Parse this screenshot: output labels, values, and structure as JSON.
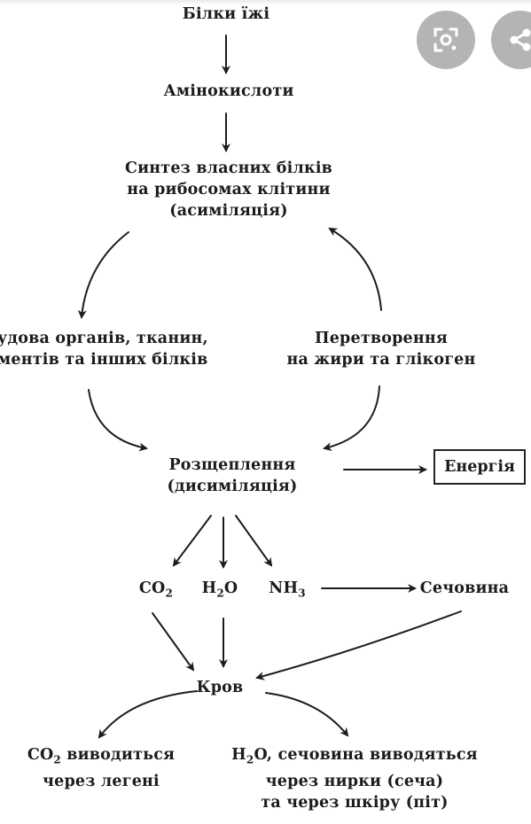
{
  "nodes": {
    "food_proteins": "Білки їжі",
    "amino_acids": "Амінокислоти",
    "synthesis": [
      "Синтез власних білків",
      "на рибосомах клітини",
      "(асиміляція)"
    ],
    "building": [
      "удова органів, тканин,",
      "ментів та інших білків"
    ],
    "conversion": [
      "Перетворення",
      "на жири та глікоген"
    ],
    "breakdown": [
      "Розщеплення",
      "(дисиміляція)"
    ],
    "energy": "Енергія",
    "co2": {
      "base": "CO",
      "sub": "2"
    },
    "h2o": {
      "pre": "H",
      "sub": "2",
      "post": "O"
    },
    "nh3": {
      "base": "NH",
      "sub": "3"
    },
    "urea": "Сечовина",
    "blood": "Кров",
    "co2_out": {
      "line1_pre": "CO",
      "line1_sub": "2",
      "line1_post": " виводиться",
      "line2": "через легені"
    },
    "h2o_out": {
      "line1_pre": "H",
      "line1_sub": "2",
      "line1_post": "O, сечовина виводяться",
      "line2": "через нирки (сеча)",
      "line3": "та через шкіру (піт)"
    }
  },
  "overlay": {
    "buttons": [
      {
        "icon": "lens-search-icon"
      },
      {
        "icon": "share-icon"
      }
    ]
  },
  "colors": {
    "ink": "#1c1c1c",
    "overlay_button": "#b4b4b4"
  }
}
